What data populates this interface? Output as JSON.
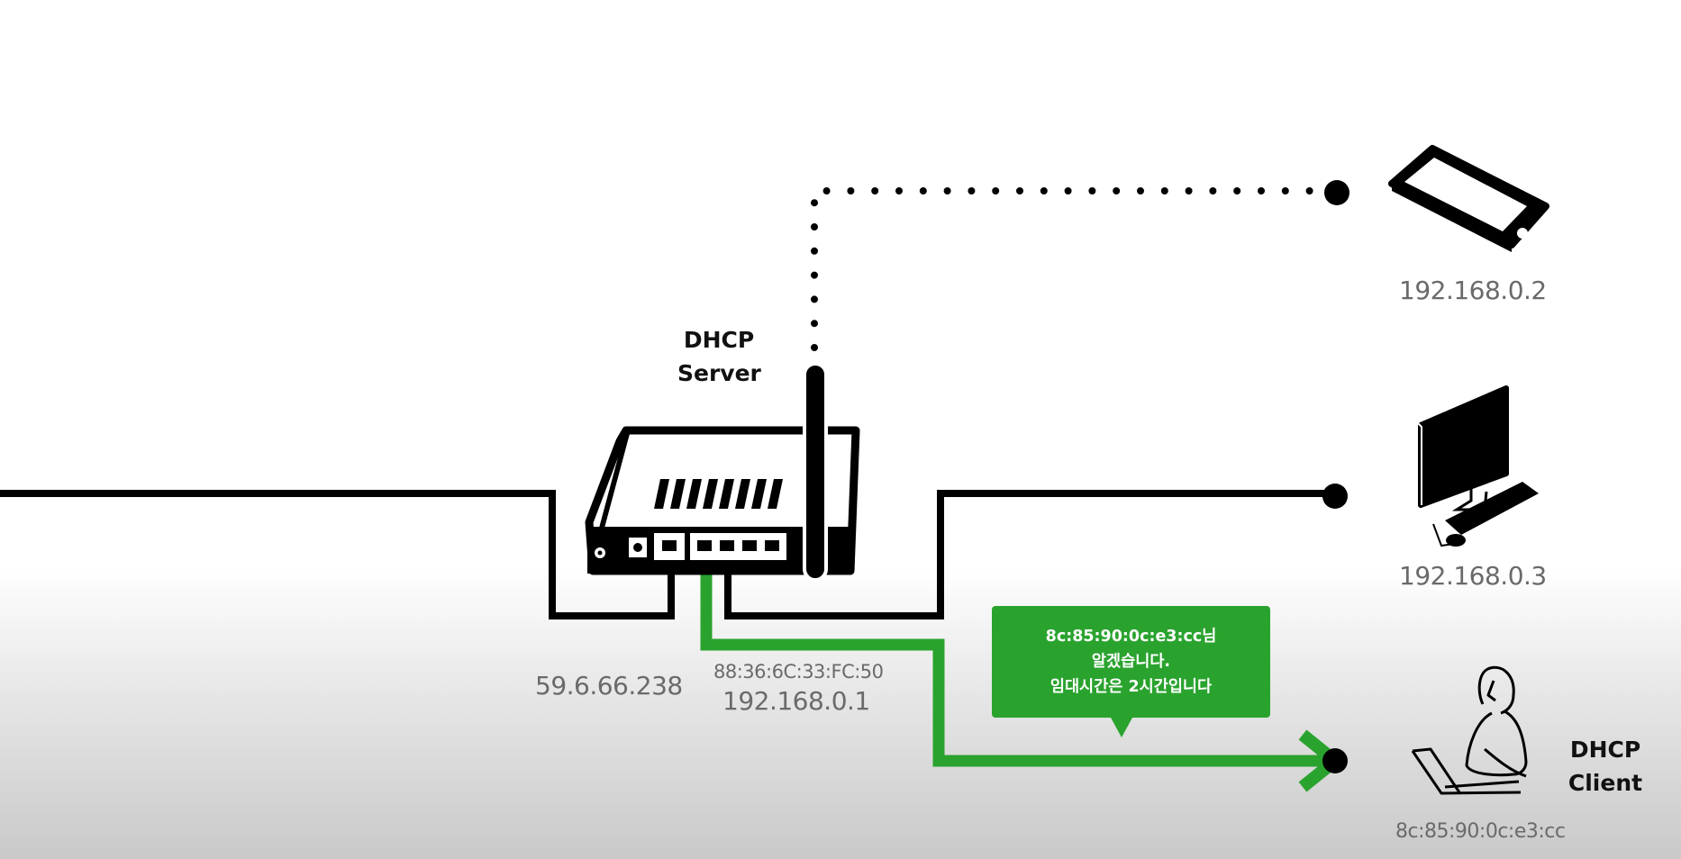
{
  "server": {
    "title_line1": "DHCP",
    "title_line2": "Server",
    "wan_ip": "59.6.66.238",
    "mac": "88:36:6C:33:FC:50",
    "lan_ip": "192.168.0.1"
  },
  "devices": {
    "phone_ip": "192.168.0.2",
    "desktop_ip": "192.168.0.3"
  },
  "client": {
    "title_line1": "DHCP",
    "title_line2": "Client",
    "mac": "8c:85:90:0c:e3:cc"
  },
  "message": {
    "line1": "8c:85:90:0c:e3:cc님",
    "line2": "알겠습니다.",
    "line3": "임대시간은 2시간입니다"
  },
  "colors": {
    "accent_green": "#2aa32e",
    "line": "#000000",
    "ip_text": "#6a6a6a"
  }
}
